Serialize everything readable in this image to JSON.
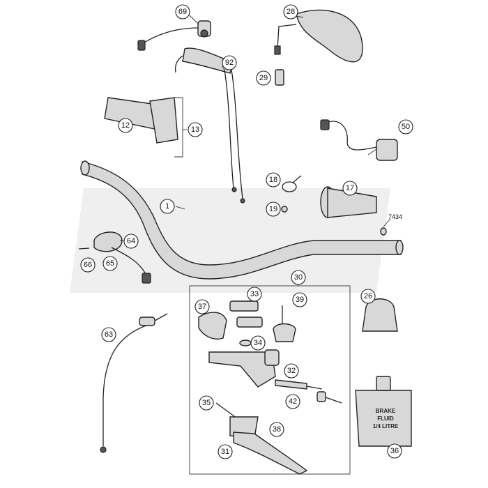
{
  "callouts": {
    "c69": "69",
    "c28": "28",
    "c92": "92",
    "c29": "29",
    "c12": "12",
    "c13": "13",
    "c50": "50",
    "c1": "1",
    "c18": "18",
    "c17": "17",
    "c19": "19",
    "c64": "64",
    "c66": "66",
    "c65": "65",
    "c30": "30",
    "c33": "33",
    "c39": "39",
    "c37": "37",
    "c26": "26",
    "c34": "34",
    "c63": "63",
    "c32": "32",
    "c42": "42",
    "c35": "35",
    "c38": "38",
    "c31": "31",
    "c36": "36"
  },
  "plain_labels": {
    "l7434": "7434"
  },
  "brake_jug": {
    "line1": "BRAKE",
    "line2": "FLUID",
    "line3": "1/4 LITRE"
  }
}
